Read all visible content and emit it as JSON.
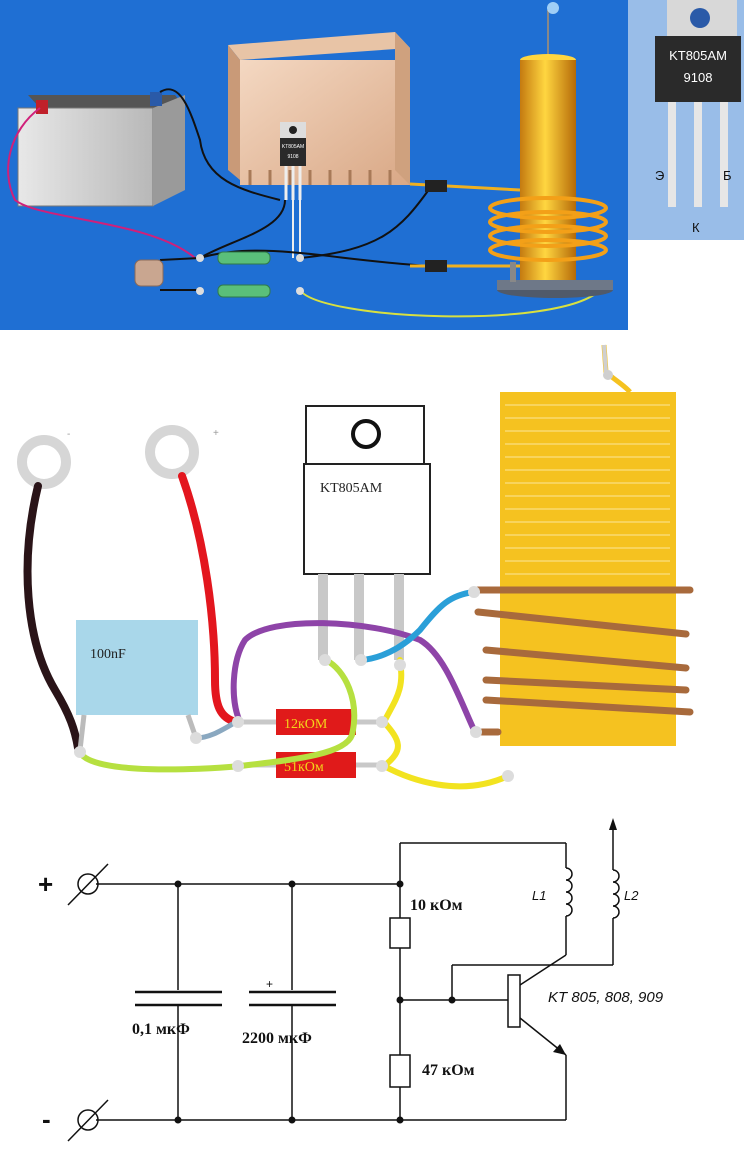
{
  "colors": {
    "top_background": "#1f6fd3",
    "resistor_red": "#e01a1a",
    "capacitor_blue": "#a9d7ea",
    "coil_gold": "#f5c220",
    "wire_copper": "#a86a3c",
    "wire_yellow": "#f2e320",
    "wire_green": "#b6e040",
    "wire_purple": "#8e44a8",
    "wire_cyan": "#2a9fd8",
    "wire_red": "#e3161e",
    "wire_black": "#2a1418"
  },
  "top_illustration": {
    "transistor_marking_small": "KT805AM",
    "transistor_code_small": "9108"
  },
  "pinout": {
    "marking": "KT805AM",
    "code": "9108",
    "pin_left": "Э",
    "pin_right": "Б",
    "pin_center": "К"
  },
  "wiring": {
    "minus_label": "-",
    "plus_label": "+",
    "transistor_label": "KT805AM",
    "capacitor_label": "100nF",
    "resistor_top": "12кОМ",
    "resistor_bottom": "51кОм"
  },
  "schematic": {
    "plus_label": "+",
    "minus_label": "-",
    "cap1_label": "0,1 мкФ",
    "cap2_label": "2200 мкФ",
    "cap2_polarity": "+",
    "r1_label": "10 кОм",
    "r2_label": "47 кОм",
    "l1_label": "L1",
    "l2_label": "L2",
    "transistor_label": "KT 805, 808, 909"
  }
}
